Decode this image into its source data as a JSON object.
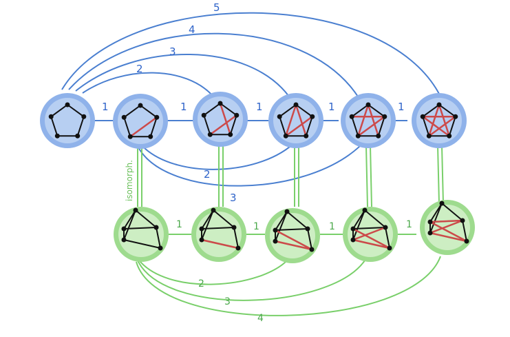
{
  "colors": {
    "blue_edge": "#4a7fd0",
    "blue_fill": "#b7cff2",
    "blue_ring": "#8fb2ea",
    "green_edge": "#79cf6a",
    "green_fill": "#cdeec3",
    "green_ring": "#9edb8e",
    "red_edge": "#cc4a4a",
    "node": "#111111"
  },
  "top_row": {
    "adjacent_labels": [
      "1",
      "1",
      "1",
      "1",
      "1"
    ],
    "arc_labels": [
      "2",
      "3",
      "4",
      "5"
    ],
    "lower_arc_labels": [
      "2",
      "3"
    ]
  },
  "bottom_row": {
    "adjacent_labels": [
      "1",
      "1",
      "1",
      "1"
    ],
    "arc_labels": [
      "2",
      "3",
      "4"
    ]
  },
  "vertical_label": "isomorph."
}
